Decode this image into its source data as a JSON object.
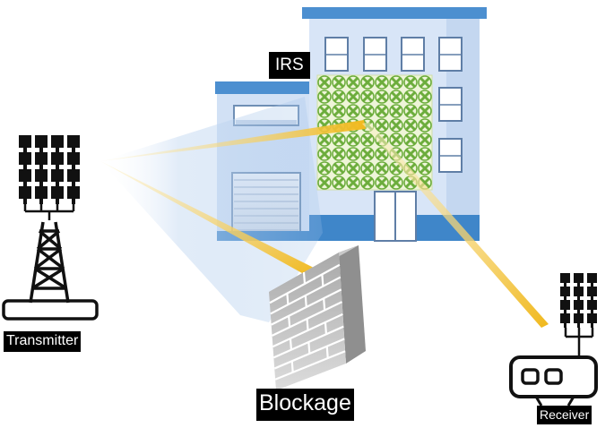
{
  "labels": {
    "irs": "IRS",
    "transmitter": "Transmitter",
    "blockage": "Blockage",
    "receiver": "Receiver"
  },
  "colors": {
    "building_light": "#d5e3f6",
    "building_mid": "#b7cdeb",
    "building_dark": "#3f86c9",
    "building_roof": "#4c8fd0",
    "irs_panel_bg": "#eef5d8",
    "irs_element": "#6cad3c",
    "beam": "#f2c22c",
    "beam_light": "#fbe9a6",
    "wall": "#b9b9b9",
    "wall_mortar": "#ffffff",
    "equipment": "#111111",
    "label_bg": "#000000",
    "label_text": "#ffffff"
  },
  "icons": {
    "transmitter": "antenna-tower-icon",
    "receiver": "router-antenna-icon",
    "blockage": "brick-wall-icon",
    "building": "building-icon",
    "irs": "intelligent-reflecting-surface-panel"
  }
}
